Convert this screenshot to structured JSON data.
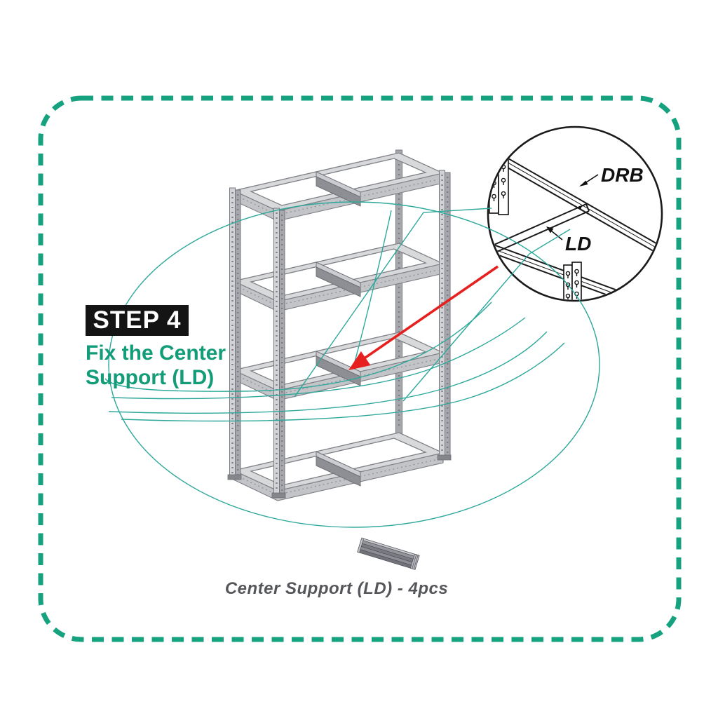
{
  "step": {
    "label": "STEP 4"
  },
  "instruction": {
    "line1": "Fix the Center",
    "line2": "Support (LD)"
  },
  "detail": {
    "labels": {
      "drb": "DRB",
      "ld": "LD"
    }
  },
  "caption": {
    "text": "Center Support (LD) - 4pcs"
  },
  "colors": {
    "accent_green": "#129C78",
    "dashed_border_green": "#16A27E",
    "callout_teal": "#2EA89B",
    "arrow_red": "#E5201E",
    "step_badge_bg": "#141414",
    "step_badge_text": "#FFFFFF",
    "caption_gray": "#55565A",
    "line_art_black": "#1A1A1A",
    "rack_gray_light": "#D8D9DB",
    "rack_gray_mid": "#C3C4C8",
    "rack_gray_dark": "#8E8F95"
  }
}
